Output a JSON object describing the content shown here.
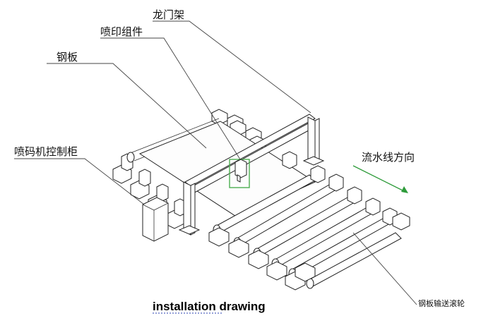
{
  "labels": {
    "gantry": "龙门架",
    "print_assembly": "喷印组件",
    "steel_plate": "钢板",
    "controller_cabinet": "喷码机控制柜",
    "flow_direction": "流水线方向",
    "conveyor_rollers": "钢板输送滚轮"
  },
  "caption": "installation drawing",
  "colors": {
    "flow_arrow": "#2e9b3a",
    "print_head_box": "#4caf50",
    "caption_underline": "#2a3fb0"
  }
}
